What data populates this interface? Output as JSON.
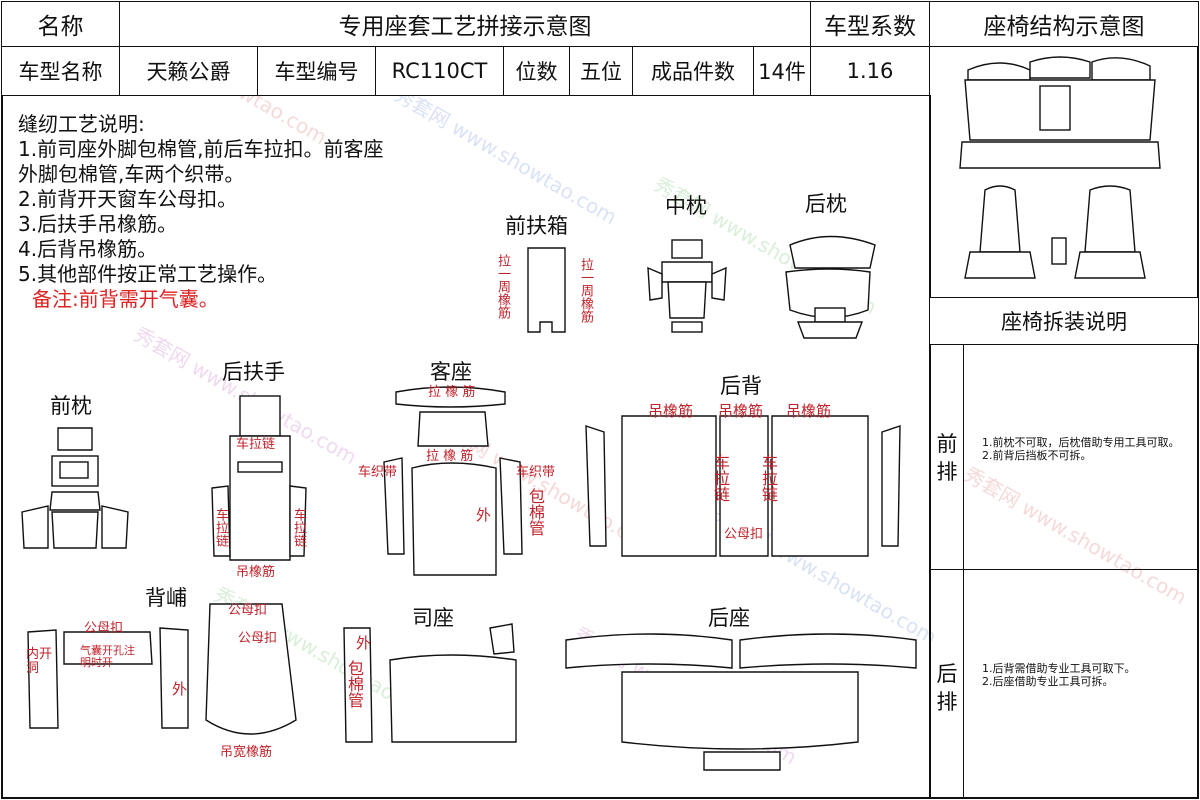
{
  "header": {
    "name_label": "名称",
    "title": "专用座套工艺拼接示意图",
    "coef_label": "车型系数",
    "structure_title": "座椅结构示意图"
  },
  "info": {
    "model_name_label": "车型名称",
    "model_name": "天籁公爵",
    "model_code_label": "车型编号",
    "model_code": "RC110CT",
    "seats_label": "位数",
    "seats": "五位",
    "pieces_label": "成品件数",
    "pieces": "14件",
    "coef": "1.16"
  },
  "notes": {
    "heading": "缝纫工艺说明:",
    "line1": "1.前司座外脚包棉管,前后车拉扣。前客座",
    "line1b": "外脚包棉管,车两个织带。",
    "line2": "2.前背开天窗车公母扣。",
    "line3": "3.后扶手吊橡筋。",
    "line4": "4.后背吊橡筋。",
    "line5": "5.其他部件按正常工艺操作。",
    "remark": "备注:前背需开气囊。"
  },
  "parts": {
    "front_armrest": "前扶箱",
    "mid_pillow": "中枕",
    "rear_pillow": "后枕",
    "rear_armrest": "后扶手",
    "passenger_seat": "客座",
    "rear_back": "后背",
    "front_pillow": "前枕",
    "back_cushion": "背峬",
    "driver_seat": "司座",
    "rear_seat": "后座"
  },
  "annotations": {
    "pull_elastic_loop": "拉一周橡筋",
    "pull_elastic": "拉 橡 筋",
    "sew_webbing": "车织带",
    "outer": "外",
    "wrap_cotton_tube": "包棉管",
    "hang_elastic": "吊橡筋",
    "sew_zipper": "车拉链",
    "snap_button": "公母扣",
    "airbag_note": "气囊开孔注明时开",
    "inner_open": "内开洞",
    "hang_wide_elastic": "吊宽橡筋"
  },
  "disassembly": {
    "title": "座椅拆装说明",
    "front_row": "前排",
    "front_notes": "1.前枕不可取，后枕借助专用工具可取。\n2.前背后挡板不可拆。",
    "rear_row": "后排",
    "rear_notes": "1.后背需借助专业工具可取下。\n2.后座借助专业工具可拆。"
  },
  "watermark": {
    "text": "秀套网 www.showtao.com"
  }
}
